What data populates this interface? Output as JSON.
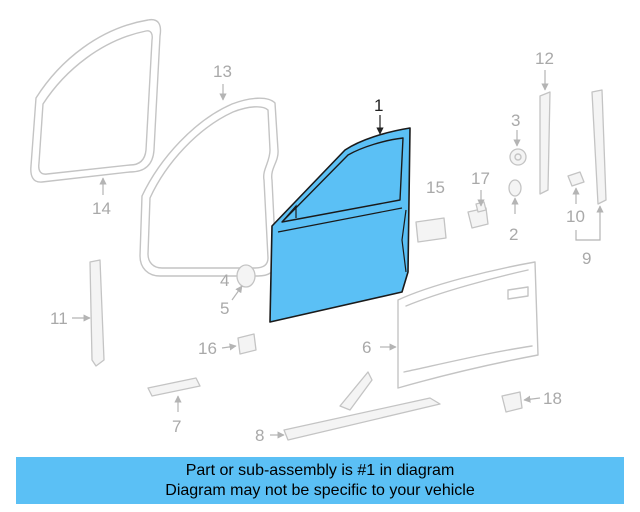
{
  "diagram": {
    "callouts": {
      "p1": "1",
      "p2": "2",
      "p3": "3",
      "p4": "4",
      "p5": "5",
      "p6": "6",
      "p7": "7",
      "p8": "8",
      "p9": "9",
      "p10": "10",
      "p11": "11",
      "p12": "12",
      "p13": "13",
      "p14": "14",
      "p15": "15",
      "p16": "16",
      "p17": "17",
      "p18": "18"
    },
    "colors": {
      "highlight": "#5bc0f5",
      "outline": "#c4c4c4",
      "banner": "#5bc0f5"
    }
  },
  "banner": {
    "line1": "Part or sub-assembly is #1 in diagram",
    "line2": "Diagram may not be specific to your vehicle"
  }
}
